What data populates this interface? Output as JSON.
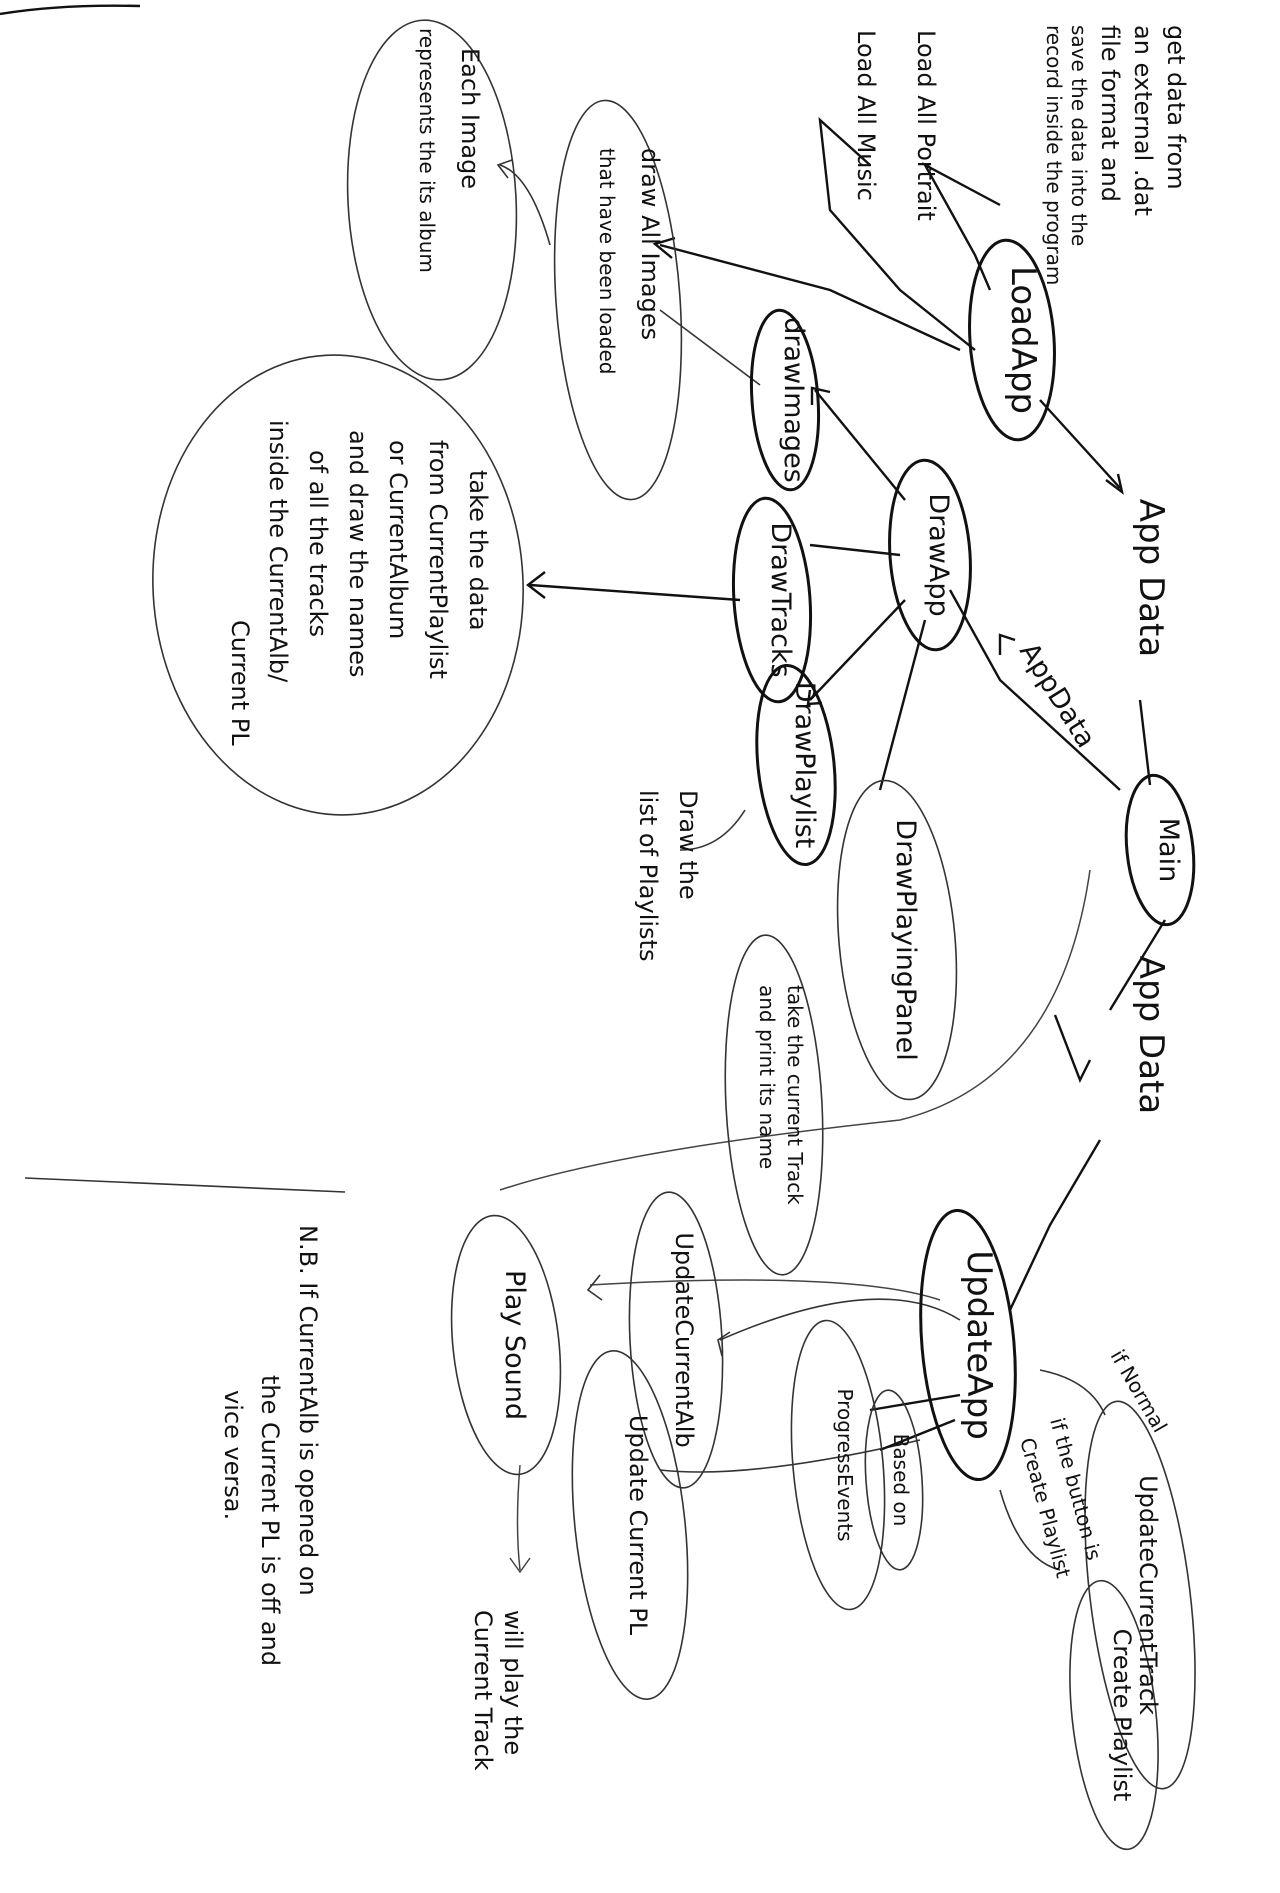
{
  "nodes": {
    "load_app": "LoadApp",
    "app_data_top": "App Data",
    "main": "Main",
    "app_data_right": "App Data",
    "update_app": "UpdateApp",
    "app_data_mid": "AppData",
    "draw_app": "DrawApp",
    "draw_images": "drawImages",
    "draw_tracks": "DrawTracks",
    "draw_playlist": "DrawPlaylist",
    "draw_playing_panel": "DrawPlayingPanel",
    "play_sound": "Play Sound",
    "update_current_alb": "UpdateCurrentAlb",
    "update_current_pl": "Update Current PL",
    "update_current_track": "UpdateCurrentTrack",
    "create_playlist": "Create Playlist",
    "process_events": "ProgressEvents",
    "based_on": "Based on"
  },
  "notes": {
    "get_data": [
      "get data from",
      "an external .dat",
      "file format and",
      "save the data into the",
      "record inside the program"
    ],
    "load_portrait": "Load All Portrait",
    "load_music": "Load All Music",
    "draw_all_images": [
      "draw All Images",
      "that have been loaded"
    ],
    "each_image": [
      "Each Image",
      "represents the its album"
    ],
    "take_data": [
      "take the data",
      "from CurrentPlaylist",
      "or CurrentAlbum",
      "and draw the names",
      "of all the tracks",
      "inside the CurrentAlb/",
      "Current PL"
    ],
    "draw_list": [
      "Draw the",
      "list of Playlists"
    ],
    "take_current_track": [
      "take the current Track",
      "and print its name"
    ],
    "if_normal": "if Normal",
    "if_button": [
      "if the button is",
      "Create Playlist"
    ],
    "will_play": [
      "will play the",
      "Current Track"
    ],
    "nb": [
      "N.B. If CurrentAlb is opened on",
      "the Current PL is off and",
      "vice versa."
    ]
  }
}
